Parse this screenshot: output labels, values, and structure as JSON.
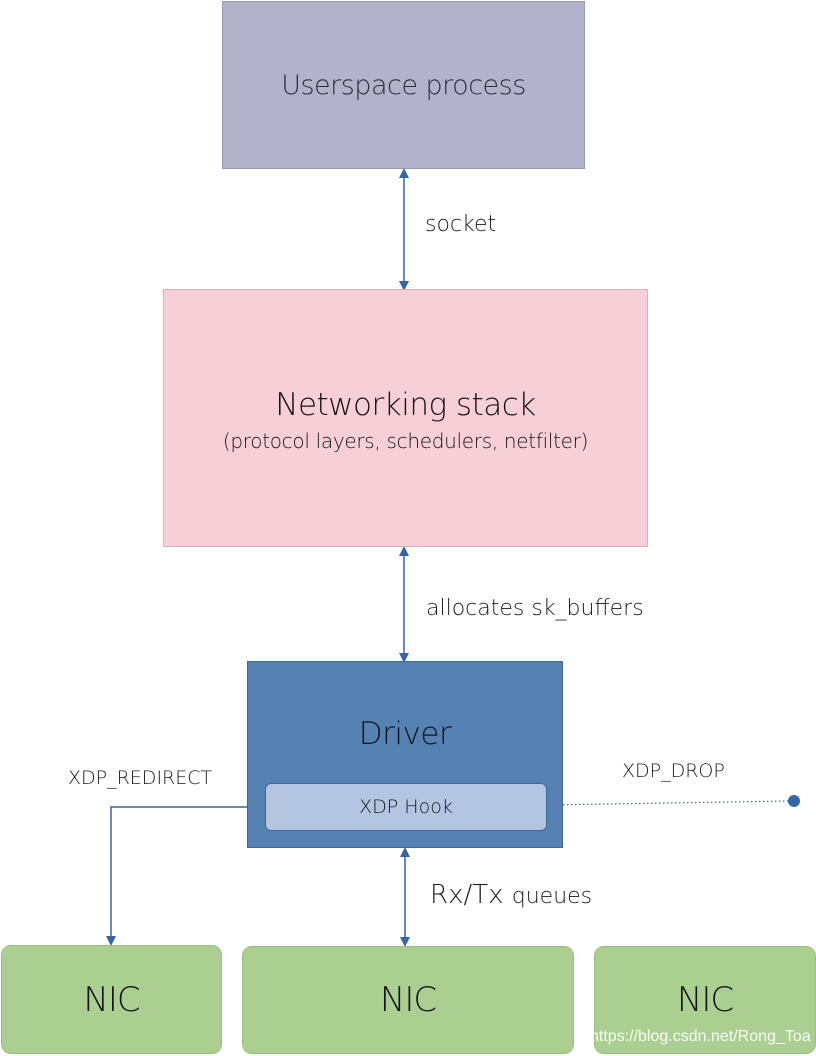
{
  "userspace": {
    "label": "Userspace process"
  },
  "socket": {
    "label": "socket"
  },
  "networking_stack": {
    "title": "Networking stack",
    "subtitle": "(protocol layers, schedulers, netfilter)"
  },
  "allocates": {
    "label": "allocates sk_buffers"
  },
  "driver": {
    "title": "Driver"
  },
  "xdp_hook": {
    "label": "XDP Hook"
  },
  "xdp_redirect": {
    "label": "XDP_REDIRECT"
  },
  "xdp_drop": {
    "label": "XDP_DROP"
  },
  "rx_tx": {
    "main": "Rx/Tx",
    "suffix": "queues"
  },
  "nics": [
    {
      "label": "NIC"
    },
    {
      "label": "NIC"
    },
    {
      "label": "NIC"
    }
  ],
  "watermark": "https://blog.csdn.net/Rong_Toa",
  "colors": {
    "userspace_fill": "#b4b2cb",
    "networking_fill": "#f6d0d6",
    "driver_fill": "#5582b3",
    "xdp_hook_fill": "#b3c5e0",
    "nic_fill": "#aacf91",
    "arrow": "#3465a4"
  }
}
